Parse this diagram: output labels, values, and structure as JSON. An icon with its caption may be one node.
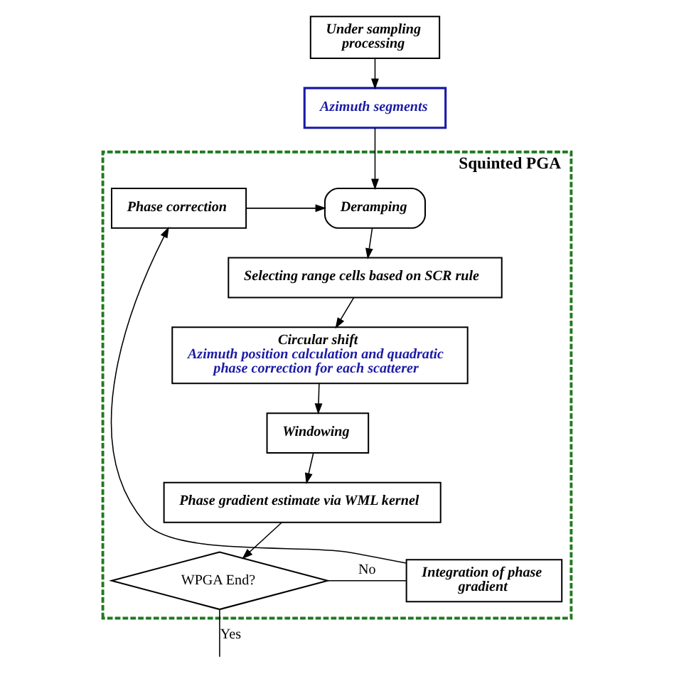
{
  "diagram": {
    "nodes": [
      {
        "text": [
          "Under sampling processing"
        ]
      },
      {
        "text": [
          "Azimuth segments"
        ]
      },
      {
        "text": [
          "Squinted PGA"
        ]
      },
      {
        "text": [
          "Deramping"
        ],
        "in": 2
      },
      {
        "text": [
          "Phase correction"
        ],
        "in": 2
      },
      {
        "text": [
          "Selecting range cells based on SCR rule"
        ],
        "in": 2
      },
      {
        "text": [
          "Circular shift",
          "Azimuth position calculation and quadratic phase correction for each scatterer"
        ],
        "in": 2
      },
      {
        "text": [
          "Windowing"
        ],
        "in": 2
      },
      {
        "text": [
          "Phase gradient estimate via WML kernel"
        ],
        "in": 2
      },
      {
        "text": [
          "WPGA End?"
        ],
        "in": 2
      },
      {
        "text": [
          "Integration of phase gradient"
        ],
        "in": 2
      }
    ],
    "edges": [
      {
        "from": 0,
        "to": 1,
        "arrow": "to"
      },
      {
        "from": 1,
        "to": 3,
        "arrow": "to"
      },
      {
        "from": 4,
        "to": 3,
        "arrow": "to"
      },
      {
        "from": 3,
        "to": 5,
        "arrow": "to"
      },
      {
        "from": 5,
        "to": 6,
        "arrow": "to"
      },
      {
        "from": 6,
        "to": 7,
        "arrow": "to"
      },
      {
        "from": 7,
        "to": 8,
        "arrow": "to"
      },
      {
        "from": 8,
        "to": 9,
        "arrow": "to"
      },
      {
        "from": 9,
        "to": 10,
        "arrow": "none",
        "label": "No"
      },
      {
        "from": 10,
        "to": 4,
        "arrow": "to"
      },
      {
        "from": 9,
        "to": null,
        "arrow": "none",
        "label": "Yes"
      }
    ]
  }
}
